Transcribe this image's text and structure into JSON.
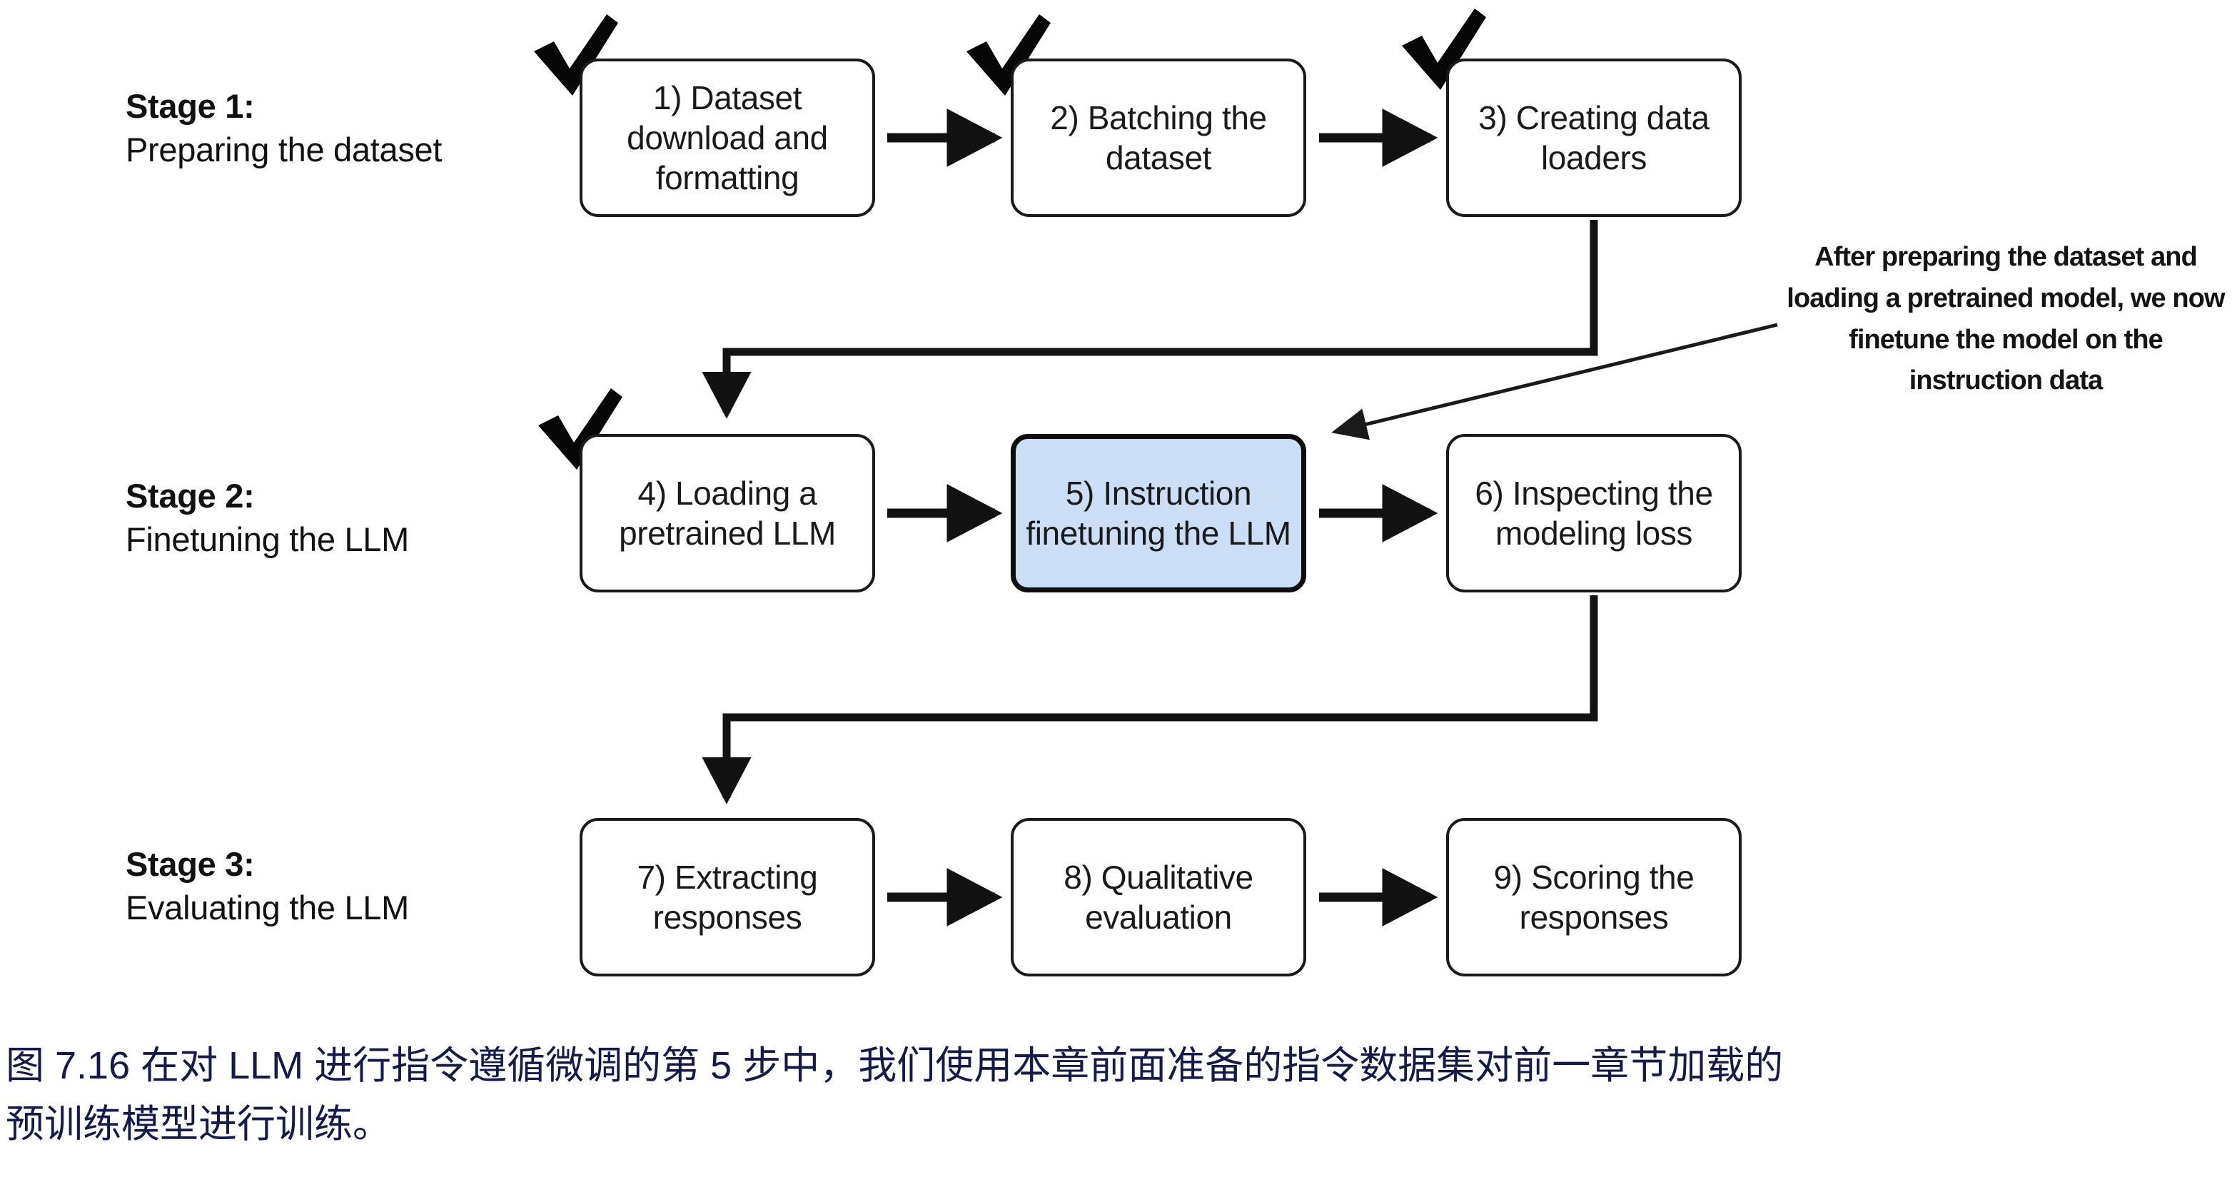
{
  "figure": {
    "stages": [
      {
        "id": "stage-1",
        "title": "Stage 1:",
        "subtitle": "Preparing the dataset"
      },
      {
        "id": "stage-2",
        "title": "Stage 2:",
        "subtitle": "Finetuning the LLM"
      },
      {
        "id": "stage-3",
        "title": "Stage 3:",
        "subtitle": "Evaluating the LLM"
      }
    ],
    "steps": [
      {
        "id": "step-1",
        "label": "1) Dataset download and formatting",
        "stage": "stage-1",
        "completed": true,
        "highlighted": false
      },
      {
        "id": "step-2",
        "label": "2) Batching the dataset",
        "stage": "stage-1",
        "completed": true,
        "highlighted": false
      },
      {
        "id": "step-3",
        "label": "3) Creating data loaders",
        "stage": "stage-1",
        "completed": true,
        "highlighted": false
      },
      {
        "id": "step-4",
        "label": "4) Loading a pretrained LLM",
        "stage": "stage-2",
        "completed": true,
        "highlighted": false
      },
      {
        "id": "step-5",
        "label": "5) Instruction finetuning the LLM",
        "stage": "stage-2",
        "completed": false,
        "highlighted": true
      },
      {
        "id": "step-6",
        "label": "6) Inspecting the modeling loss",
        "stage": "stage-2",
        "completed": false,
        "highlighted": false
      },
      {
        "id": "step-7",
        "label": "7) Extracting responses",
        "stage": "stage-3",
        "completed": false,
        "highlighted": false
      },
      {
        "id": "step-8",
        "label": "8) Qualitative evaluation",
        "stage": "stage-3",
        "completed": false,
        "highlighted": false
      },
      {
        "id": "step-9",
        "label": "9) Scoring the responses",
        "stage": "stage-3",
        "completed": false,
        "highlighted": false
      }
    ],
    "annotation": {
      "text": "After preparing the dataset and loading a pretrained model, we now finetune the model on the instruction data",
      "points_to": "step-5"
    },
    "caption": {
      "line1": "图 7.16 在对 LLM 进行指令遵循微调的第 5 步中，我们使用本章前面准备的指令数据集对前一章节加载的",
      "line2": "预训练模型进行训练。"
    },
    "colors": {
      "highlight_fill": "#cbdef5",
      "box_border": "#1a1a1a",
      "text": "#1a1a1a",
      "caption_text": "#151a4a",
      "background": "#ffffff"
    }
  }
}
